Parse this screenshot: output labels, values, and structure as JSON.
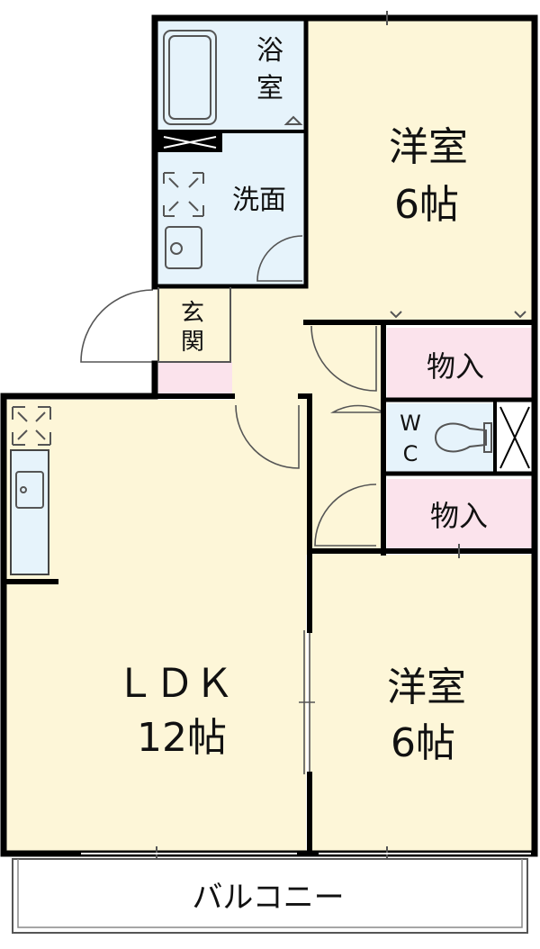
{
  "rooms": {
    "bath": {
      "line1": "浴",
      "line2": "室"
    },
    "washroom": {
      "label": "洗面"
    },
    "entrance": {
      "line1": "玄",
      "line2": "関"
    },
    "western_top": {
      "name": "洋室",
      "size": "6帖"
    },
    "western_bottom": {
      "name": "洋室",
      "size": "6帖"
    },
    "storage_top": {
      "label": "物入"
    },
    "storage_bottom": {
      "label": "物入"
    },
    "wc": {
      "line1": "W",
      "line2": "C"
    },
    "ldk": {
      "name": "ＬＤＫ",
      "size": "12帖"
    },
    "balcony": {
      "label": "バルコニー"
    }
  },
  "colors": {
    "wall": "#000000",
    "floor_yellow": "#fdf6d8",
    "wet_blue": "#e6f3fb",
    "storage_pink": "#fbe3ec",
    "stroke_thin": "#555555"
  }
}
